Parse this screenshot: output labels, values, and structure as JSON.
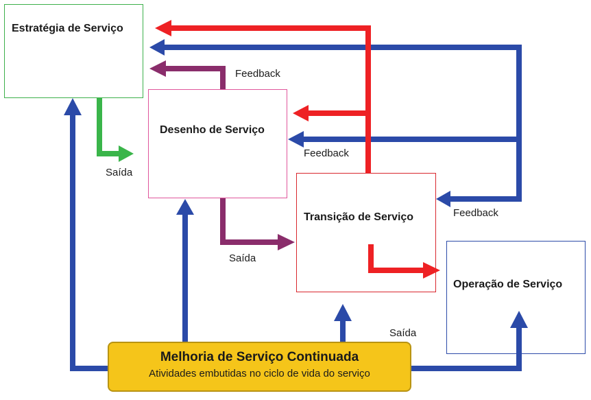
{
  "boxes": {
    "strategy": {
      "title": "Estratégia de Serviço"
    },
    "design": {
      "title": "Desenho de Serviço"
    },
    "transition": {
      "title": "Transição de Serviço"
    },
    "operation": {
      "title": "Operação de Serviço"
    },
    "csi": {
      "title": "Melhoria de Serviço Continuada",
      "subtitle": "Atividades embutidas no ciclo de vida do serviço"
    }
  },
  "labels": {
    "feedback_design": "Feedback",
    "feedback_middle": "Feedback",
    "feedback_transition": "Feedback",
    "saida_strategy": "Saída",
    "saida_design": "Saída",
    "saida_transition": "Saída"
  },
  "colors": {
    "blue": "#2b4aa8",
    "red": "#ee2124",
    "green": "#3ab54a",
    "purple": "#8a2d6b",
    "csi_fill": "#f5c51a"
  }
}
